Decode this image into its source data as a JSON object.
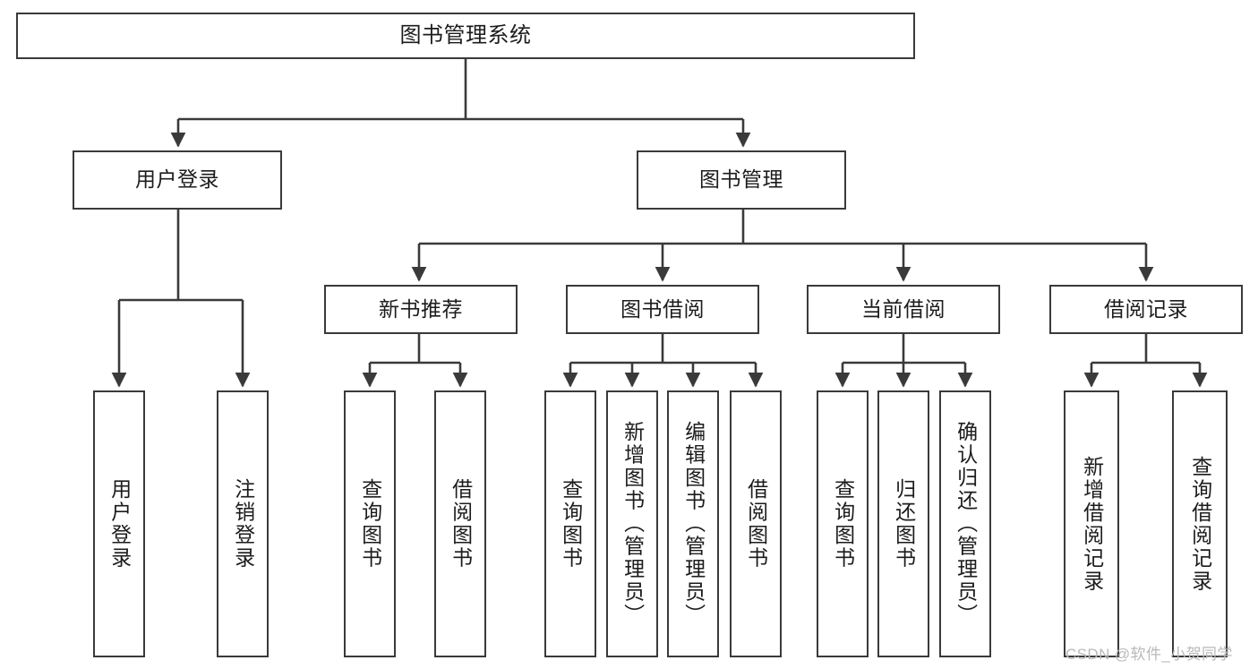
{
  "diagram": {
    "title": "图书管理系统",
    "type": "tree",
    "nodes": {
      "root": {
        "label": "图书管理系统"
      },
      "level2": [
        {
          "id": "user-login",
          "label": "用户登录"
        },
        {
          "id": "book-management",
          "label": "图书管理"
        }
      ],
      "level3": [
        {
          "id": "new-book-recommend",
          "label": "新书推荐"
        },
        {
          "id": "book-borrow",
          "label": "图书借阅"
        },
        {
          "id": "current-borrow",
          "label": "当前借阅"
        },
        {
          "id": "borrow-record",
          "label": "借阅记录"
        }
      ],
      "leaves": {
        "user-login": [
          {
            "id": "login",
            "label": "用户登录"
          },
          {
            "id": "logout",
            "label": "注销登录"
          }
        ],
        "new-book-recommend": [
          {
            "id": "query-book-1",
            "label": "查询图书"
          },
          {
            "id": "borrow-book-1",
            "label": "借阅图书"
          }
        ],
        "book-borrow": [
          {
            "id": "query-book-2",
            "label": "查询图书"
          },
          {
            "id": "add-book",
            "label": "新增图书（管理员）"
          },
          {
            "id": "edit-book",
            "label": "编辑图书（管理员）"
          },
          {
            "id": "borrow-book-2",
            "label": "借阅图书"
          }
        ],
        "current-borrow": [
          {
            "id": "query-book-3",
            "label": "查询图书"
          },
          {
            "id": "return-book",
            "label": "归还图书"
          },
          {
            "id": "confirm-return",
            "label": "确认归还（管理员）"
          }
        ],
        "borrow-record": [
          {
            "id": "add-record",
            "label": "新增借阅记录"
          },
          {
            "id": "query-record",
            "label": "查询借阅记录"
          }
        ]
      }
    },
    "style": {
      "box_border_color": "#3a3a3a",
      "box_fill": "#ffffff",
      "connector_color": "#3a3a3a",
      "text_color": "#1c1c1c",
      "background": "#ffffff"
    }
  },
  "watermark": {
    "text": "CSDN @软件_小贺同学",
    "color": "#b9b9b9"
  }
}
